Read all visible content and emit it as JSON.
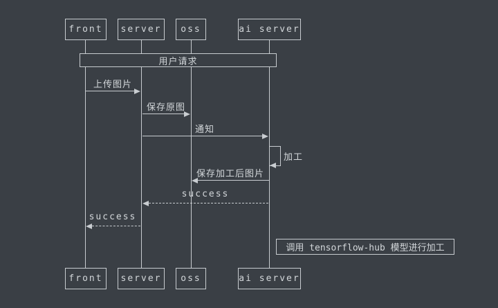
{
  "colors": {
    "background": "#3a3f45",
    "stroke": "#c9cdd1",
    "text": "#d3d7da"
  },
  "diagram": {
    "type": "sequence-diagram",
    "actors": [
      "front",
      "server",
      "oss",
      "ai server"
    ],
    "band_label": "用户请求",
    "messages": [
      {
        "label": "上传图片",
        "from": "front",
        "to": "server",
        "style": "solid"
      },
      {
        "label": "保存原图",
        "from": "server",
        "to": "oss",
        "style": "solid"
      },
      {
        "label": "通知",
        "from": "server",
        "to": "ai server",
        "style": "solid"
      },
      {
        "label": "加工",
        "from": "ai server",
        "to": "ai server",
        "style": "self-loop"
      },
      {
        "label": "保存加工后图片",
        "from": "ai server",
        "to": "oss",
        "style": "solid"
      },
      {
        "label": "success",
        "from": "ai server",
        "to": "server",
        "style": "dashed"
      },
      {
        "label": "success",
        "from": "server",
        "to": "front",
        "style": "dashed"
      }
    ],
    "note_label": "调用 tensorflow-hub 模型进行加工"
  }
}
